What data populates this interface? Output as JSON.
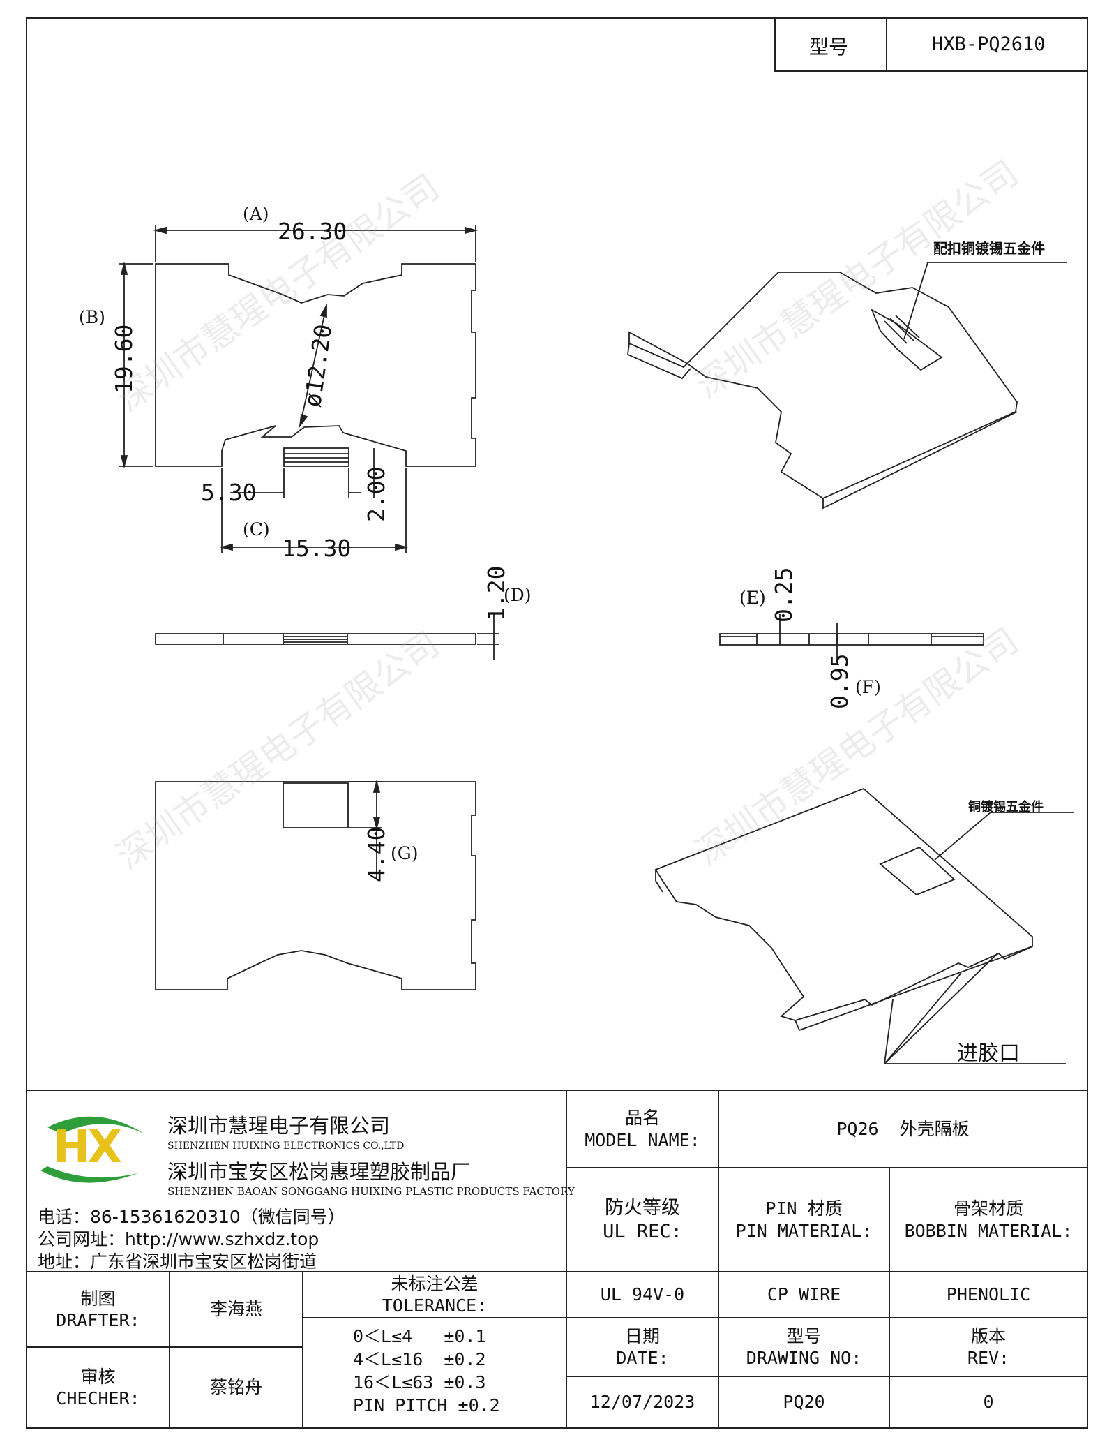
{
  "header": {
    "model_label": "型号",
    "model_value": "HXB-PQ2610"
  },
  "watermark": "深圳市慧瑆电子有限公司",
  "views": {
    "top": {
      "dim_A_label": "(A)",
      "dim_A": "26.30",
      "dim_B_label": "(B)",
      "dim_B": "19.60",
      "dia": "ø12.20",
      "dim_530": "5.30",
      "dim_200": "2.00",
      "dim_C_label": "(C)",
      "dim_C": "15.30"
    },
    "side": {
      "dim_D": "1.20",
      "dim_D_label": "(D)"
    },
    "front": {
      "dim_E_label": "(E)",
      "dim_E": "0.25",
      "dim_F": "0.95",
      "dim_F_label": "(F)"
    },
    "bottom": {
      "dim_G": "4.40",
      "dim_G_label": "(G)"
    },
    "iso_top": {
      "note": "配扣铜镀锡五金件"
    },
    "iso_bottom": {
      "note": "铜镀锡五金件",
      "note2": "进胶口"
    }
  },
  "company": {
    "logo_letters": "HX",
    "name_cn": "深圳市慧瑆电子有限公司",
    "name_en": "SHENZHEN HUIXING ELECTRONICS CO.,LTD",
    "factory_cn": "深圳市宝安区松岗惠瑆塑胶制品厂",
    "factory_en": "SHENZHEN BAOAN SONGGANG HUIXING PLASTIC PRODUCTS FACTORY",
    "phone": "电话：86-15361620310（微信同号）",
    "website": "公司网址：http://www.szhxdz.top",
    "address": "地址：广东省深圳市宝安区松岗街道"
  },
  "title_block": {
    "model_name_cn": "品名",
    "model_name_en": "MODEL NAME:",
    "model_name_value": "PQ26  外壳隔板",
    "ul_cn": "防火等级",
    "ul_en": "UL REC:",
    "ul_value": "UL 94V-0",
    "pin_cn": "PIN 材质",
    "pin_en": "PIN MATERIAL:",
    "pin_value": "CP WIRE",
    "bobbin_cn": "骨架材质",
    "bobbin_en": "BOBBIN MATERIAL:",
    "bobbin_value": "PHENOLIC",
    "drafter_cn": "制图",
    "drafter_en": "DRAFTER:",
    "drafter_value": "李海燕",
    "checker_cn": "审核",
    "checker_en": "CHECHER:",
    "checker_value": "蔡铭舟",
    "tol_cn": "未标注公差",
    "tol_en": "TOLERANCE:",
    "tol_lines": [
      "0＜L≤4   ±0.1",
      "4＜L≤16  ±0.2",
      "16＜L≤63 ±0.3",
      "PIN PITCH ±0.2"
    ],
    "date_cn": "日期",
    "date_en": "DATE:",
    "date_value": "12/07/2023",
    "drawing_cn": "型号",
    "drawing_en": "DRAWING NO:",
    "drawing_value": "PQ20",
    "rev_cn": "版本",
    "rev_en": "REV:",
    "rev_value": "0"
  },
  "colors": {
    "logo_green": "#2e9e3a",
    "logo_yellow": "#e6c21a",
    "line": "#222222"
  }
}
